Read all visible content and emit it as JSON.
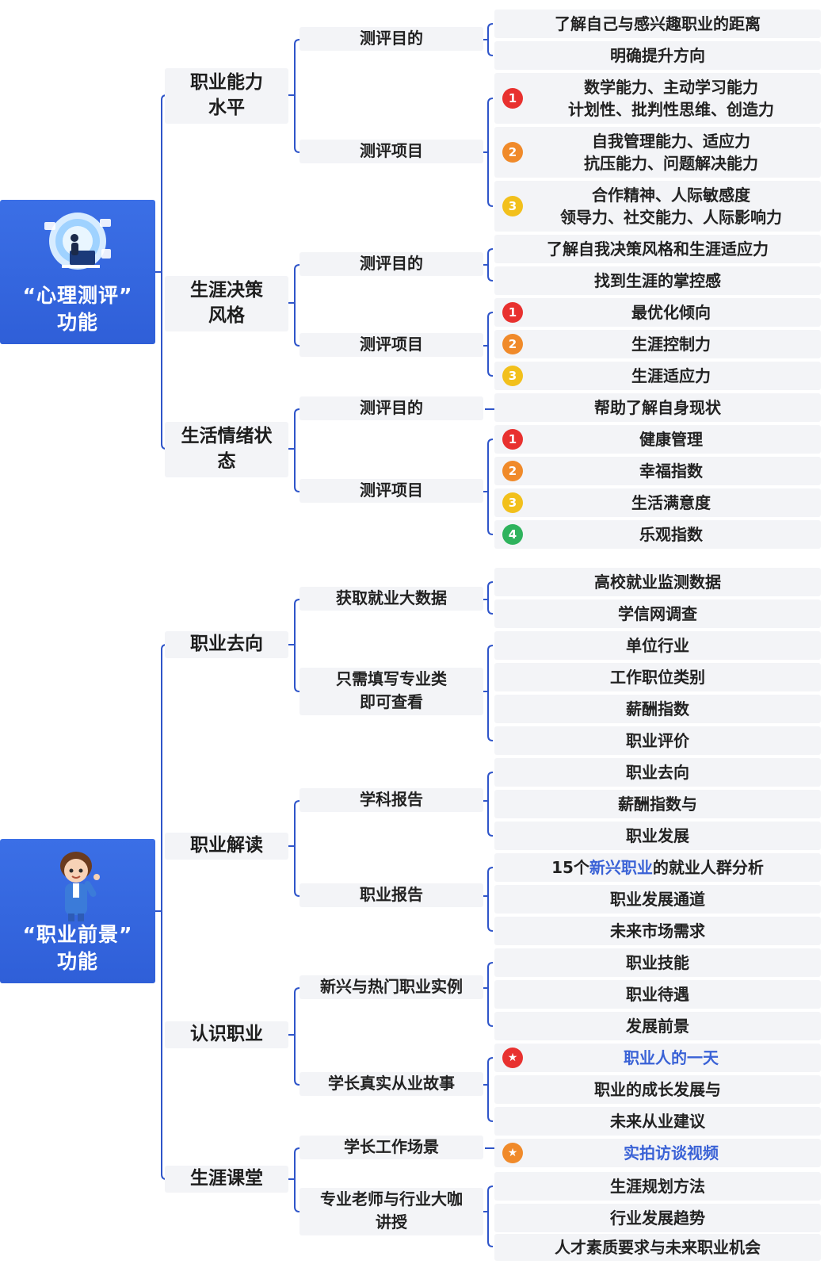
{
  "palette": {
    "category_blue": "#2f5fd8",
    "line_blue": "#2f55c9",
    "badge_red": "#e8312f",
    "badge_orange": "#f08a2a",
    "badge_yellow": "#f2c01c",
    "badge_green": "#2fb35d"
  },
  "icons": {
    "badge_star": "★"
  },
  "categories": [
    {
      "title": "“心理测评”\n功能",
      "illustration": "computer-user-icon"
    },
    {
      "title": "“职业前景”\n功能",
      "illustration": "cartoon-boy-icon"
    }
  ],
  "psych": {
    "ability": {
      "label": "职业能力\n水平",
      "purpose_label": "测评目的",
      "purpose": [
        "了解自己与感兴趣职业的距离",
        "明确提升方向"
      ],
      "items_label": "测评项目",
      "items": [
        {
          "badge": "1",
          "text": "数学能力、主动学习能力\n计划性、批判性思维、创造力"
        },
        {
          "badge": "2",
          "text": "自我管理能力、适应力\n抗压能力、问题解决能力"
        },
        {
          "badge": "3",
          "text": "合作精神、人际敏感度\n领导力、社交能力、人际影响力"
        }
      ]
    },
    "decision": {
      "label": "生涯决策\n风格",
      "purpose_label": "测评目的",
      "purpose": [
        "了解自我决策风格和生涯适应力",
        "找到生涯的掌控感"
      ],
      "items_label": "测评项目",
      "items": [
        {
          "badge": "1",
          "text": "最优化倾向"
        },
        {
          "badge": "2",
          "text": "生涯控制力"
        },
        {
          "badge": "3",
          "text": "生涯适应力"
        }
      ]
    },
    "emotion": {
      "label": "生活情绪状\n态",
      "purpose_label": "测评目的",
      "purpose": [
        "帮助了解自身现状"
      ],
      "items_label": "测评项目",
      "items": [
        {
          "badge": "1",
          "text": "健康管理"
        },
        {
          "badge": "2",
          "text": "幸福指数"
        },
        {
          "badge": "3",
          "text": "生活满意度"
        },
        {
          "badge": "4",
          "text": "乐观指数"
        }
      ]
    }
  },
  "career": {
    "direction": {
      "label": "职业去向",
      "bigdata_label": "获取就业大数据",
      "bigdata": [
        "高校就业监测数据",
        "学信网调查"
      ],
      "fill_label": "只需填写专业类\n即可查看",
      "fill": [
        "单位行业",
        "工作职位类别",
        "薪酬指数",
        "职业评价"
      ]
    },
    "interpret": {
      "label": "职业解读",
      "subject_label": "学科报告",
      "subject": [
        "职业去向",
        "薪酬指数与",
        "职业发展"
      ],
      "report_label": "职业报告",
      "report_first": {
        "prefix": "15个",
        "highlight": "新兴职业",
        "suffix": "的就业人群分析"
      },
      "report": [
        "职业发展通道",
        "未来市场需求"
      ]
    },
    "know": {
      "label": "认识职业",
      "examples_label": "新兴与热门职业实例",
      "examples": [
        "职业技能",
        "职业待遇",
        "发展前景"
      ],
      "stories_label": "学长真实从业故事",
      "stories": [
        "职业人的一天",
        "职业的成长发展与",
        "未来从业建议"
      ]
    },
    "classroom": {
      "label": "生涯课堂",
      "scene_label": "学长工作场景",
      "scene": [
        "实拍访谈视频"
      ],
      "teacher_label": "专业老师与行业大咖\n讲授",
      "teacher": [
        "生涯规划方法",
        "行业发展趋势",
        "人才素质要求与未来职业机会"
      ]
    }
  }
}
